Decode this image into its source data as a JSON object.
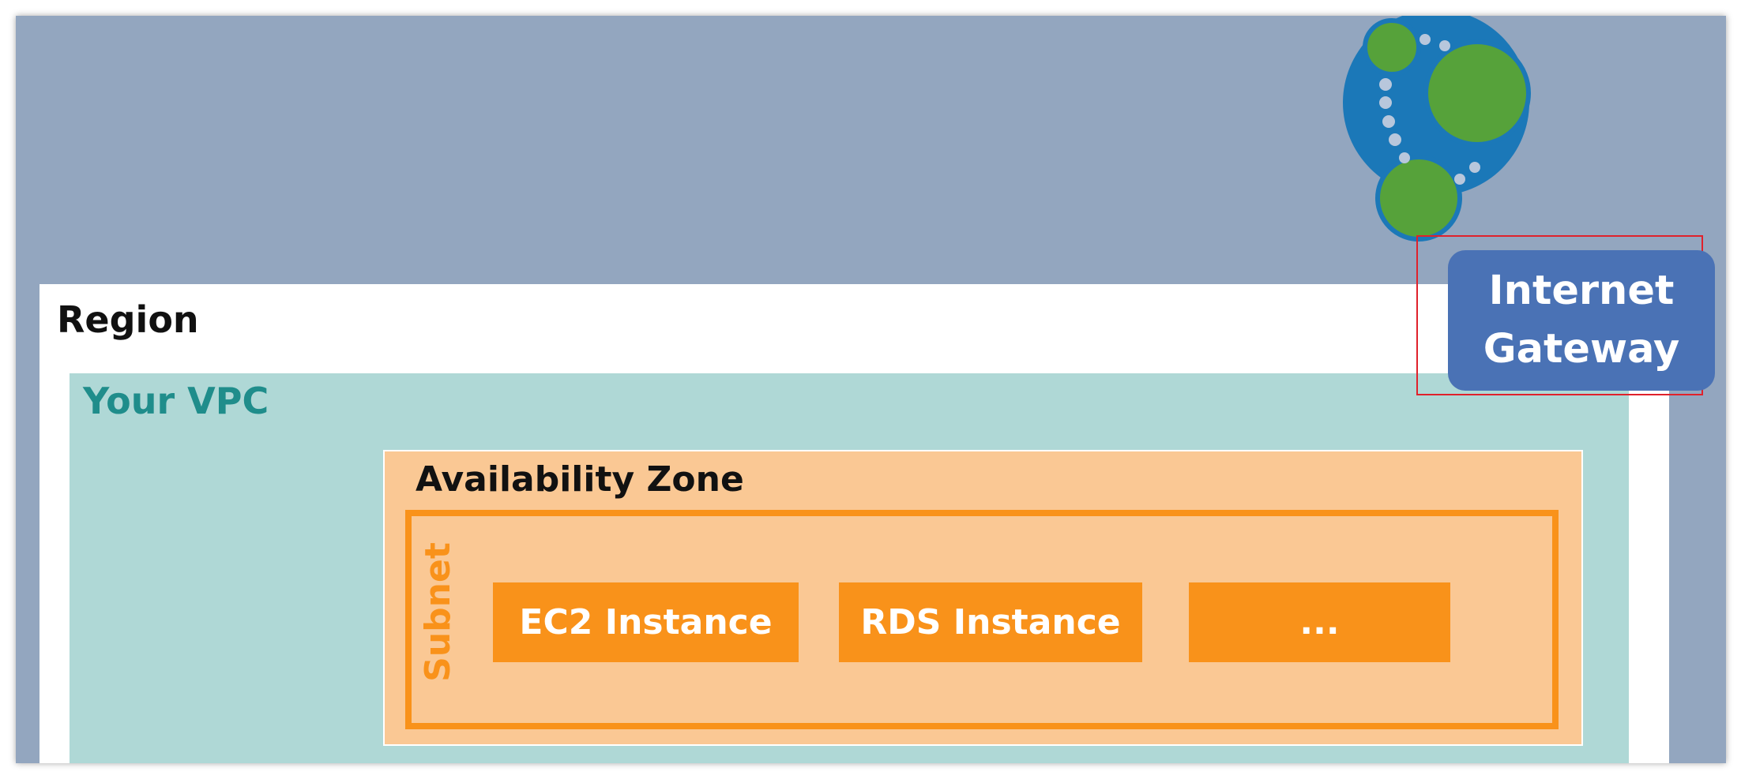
{
  "diagram": {
    "region": {
      "label": "Region"
    },
    "vpc": {
      "label": "Your VPC"
    },
    "availability_zone": {
      "label": "Availability Zone"
    },
    "subnet": {
      "label": "Subnet",
      "instances": [
        "EC2 Instance",
        "RDS Instance",
        "..."
      ]
    },
    "internet_gateway": {
      "line1": "Internet",
      "line2": "Gateway",
      "highlight": true
    },
    "logo": {
      "icon": "network-graph-logo-icon"
    },
    "colors": {
      "background": "#93a6bf",
      "region": "#ffffff",
      "vpc": "#afd8d6",
      "vpc_text": "#1f8d8b",
      "availability_zone": "#fac894",
      "subnet_accent": "#f9921a",
      "gateway": "#4a72b5",
      "highlight_border": "#e0212b",
      "logo_blue": "#1b78b8",
      "logo_green": "#56a23a"
    }
  }
}
